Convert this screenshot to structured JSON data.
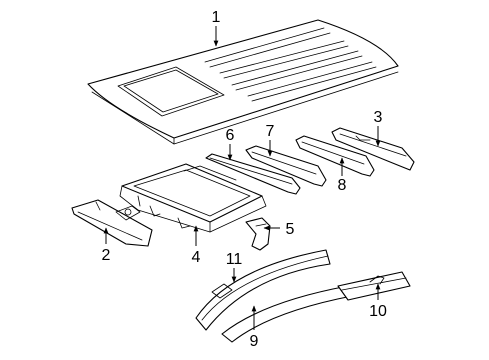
{
  "callouts": [
    {
      "id": "p1",
      "label": "1"
    },
    {
      "id": "p2",
      "label": "2"
    },
    {
      "id": "p3",
      "label": "3"
    },
    {
      "id": "p4",
      "label": "4"
    },
    {
      "id": "p5",
      "label": "5"
    },
    {
      "id": "p6",
      "label": "6"
    },
    {
      "id": "p7",
      "label": "7"
    },
    {
      "id": "p8",
      "label": "8"
    },
    {
      "id": "p9",
      "label": "9"
    },
    {
      "id": "p10",
      "label": "10"
    },
    {
      "id": "p11",
      "label": "11"
    }
  ],
  "colors": {
    "line": "#000000",
    "background": "#ffffff"
  }
}
